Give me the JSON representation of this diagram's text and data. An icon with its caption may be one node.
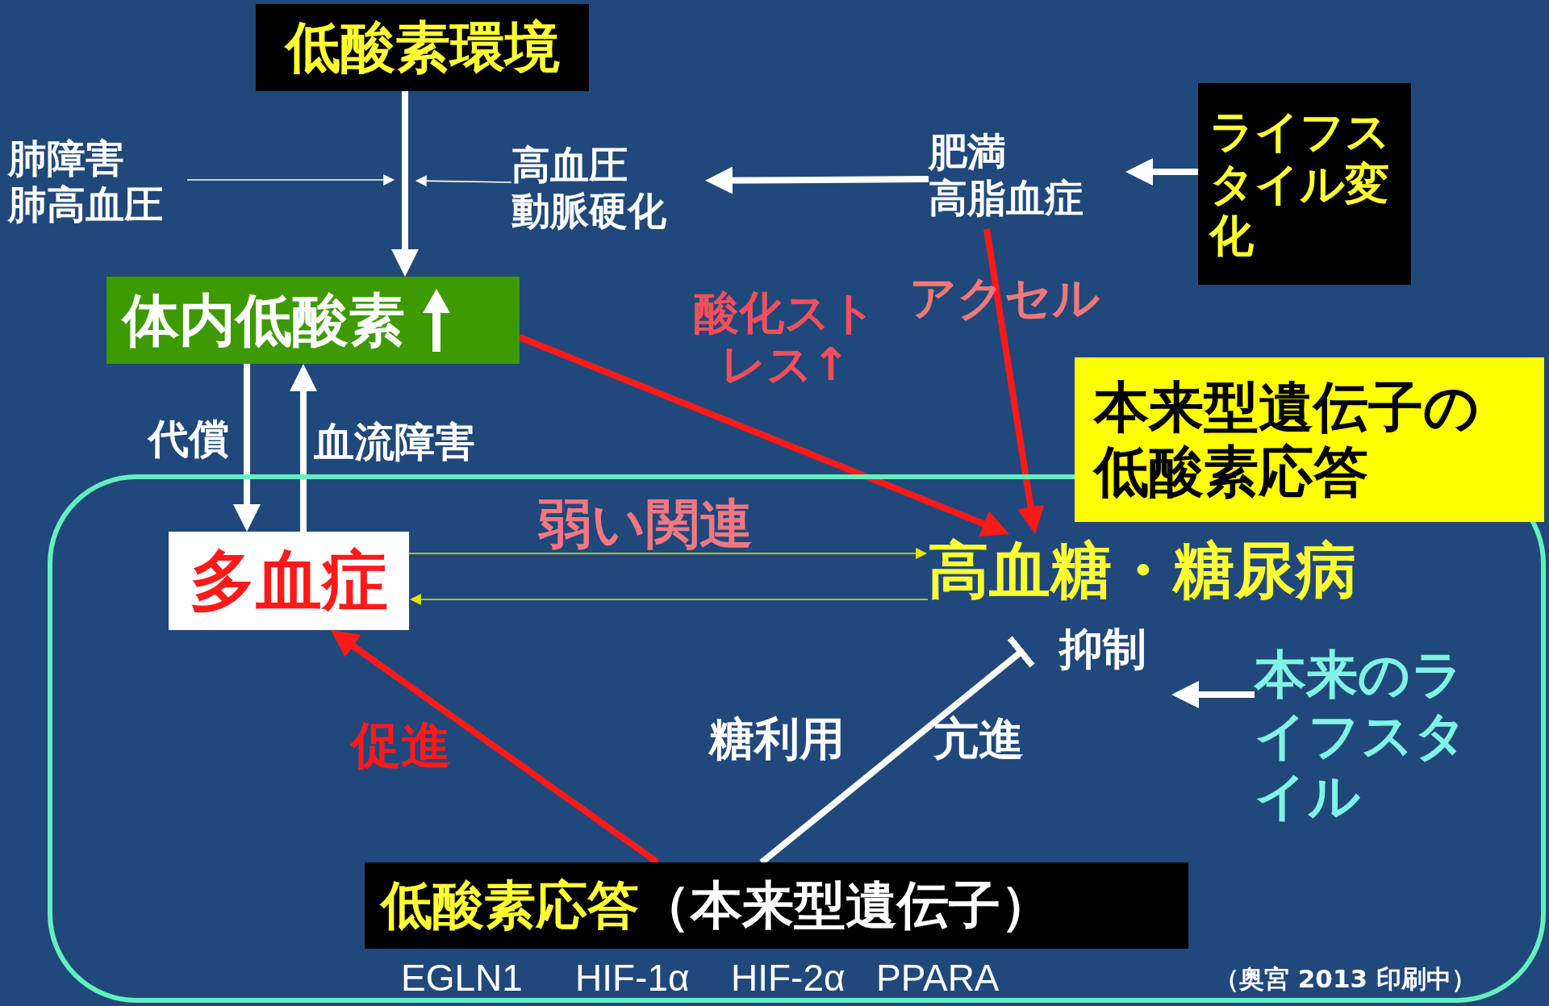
{
  "diagram": {
    "nodes": [
      {
        "text": [
          "低酸素環境"
        ]
      },
      {
        "text": [
          "肺障害",
          "肺高血圧"
        ]
      },
      {
        "text": [
          "高血圧",
          "動脈硬化"
        ]
      },
      {
        "text": [
          "肥満",
          "高脂血症"
        ]
      },
      {
        "text": [
          "ライフスタイル変化"
        ]
      },
      {
        "text": [
          "体内低酸素"
        ]
      },
      {
        "text": [
          "本来型遺伝子の低酸素応答"
        ]
      },
      {
        "text": [],
        "shape": "box"
      },
      {
        "text": [
          "多血症"
        ],
        "in": 7
      },
      {
        "text": [
          "高血糖・糖尿病"
        ],
        "in": 7
      },
      {
        "text": [
          "本来のライフスタイル"
        ],
        "in": 7
      },
      {
        "text": [
          "低酸素応答",
          "（本来型遺伝子）"
        ],
        "in": 7,
        "beside": [
          "EGLN1",
          "HIF-1α",
          "HIF-2α",
          "PPARA"
        ]
      }
    ],
    "edges": [
      {
        "from": 0,
        "to": 5,
        "arrow": "to"
      },
      {
        "from": 1,
        "to": null,
        "arrow": "to"
      },
      {
        "from": 2,
        "to": null,
        "arrow": "to"
      },
      {
        "from": 3,
        "to": 2,
        "arrow": "to"
      },
      {
        "from": 4,
        "to": 3,
        "arrow": "to"
      },
      {
        "from": 5,
        "to": 8,
        "arrow": "to",
        "label": "代償"
      },
      {
        "from": 8,
        "to": 5,
        "arrow": "to",
        "label": "血流障害"
      },
      {
        "from": 5,
        "to": 9,
        "arrow": "to",
        "color": "#ff1a1a",
        "label": "酸化ストレス↑"
      },
      {
        "from": 3,
        "to": 9,
        "arrow": "to",
        "color": "#ff1a1a",
        "label": "アクセル"
      },
      {
        "from": 8,
        "to": 9,
        "arrow": "to",
        "color": "#e6e600",
        "label": "弱い関連"
      },
      {
        "from": 9,
        "to": 8,
        "arrow": "to",
        "color": "#e6e600"
      },
      {
        "from": 11,
        "to": 8,
        "arrow": "to",
        "color": "#ff1a1a",
        "label": "促進"
      },
      {
        "from": 11,
        "to": 9,
        "arrow": "other",
        "label": "抑制"
      },
      {
        "from": 10,
        "to": null,
        "arrow": "to"
      }
    ],
    "labels": [
      "糖利用",
      "亢進",
      "（奥宮 2013 印刷中）"
    ]
  }
}
